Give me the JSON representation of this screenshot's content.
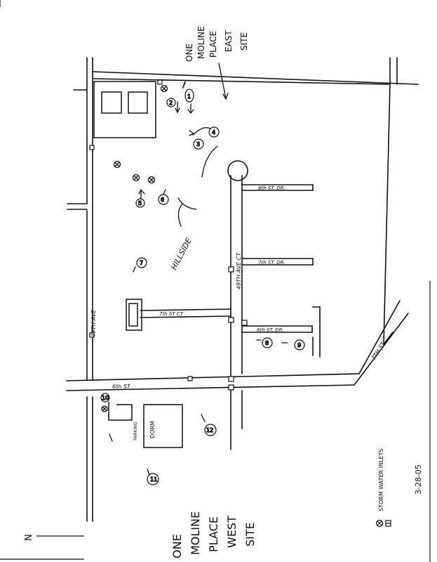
{
  "title_east": [
    "ONE",
    "MOLINE",
    "PLACE",
    "EAST",
    "SITE"
  ],
  "title_west": [
    "ONE",
    "MOLINE",
    "PLACE",
    "WEST",
    "SITE"
  ],
  "streets": {
    "ave_49_west": "49TH AVE",
    "ave_49_east": "49TH AVE CT",
    "st_6th": "6th ST",
    "st_7th": "7TH ST",
    "dr_8th": "8th ST. DR.",
    "dr_7th": "7th ST. DR.",
    "dr_6th": "6th ST. DR.",
    "ct_7th": "7th ST CT"
  },
  "labels": {
    "hillside": "HILLSIDE",
    "dorm": "DORM",
    "parking": "PARKING",
    "date": "3-28-05",
    "north": "N"
  },
  "legend": {
    "text": "STORM WATER INLETS"
  },
  "markers": [
    "1",
    "2",
    "3",
    "4",
    "5",
    "6",
    "7",
    "8",
    "9",
    "10",
    "11",
    "12"
  ]
}
